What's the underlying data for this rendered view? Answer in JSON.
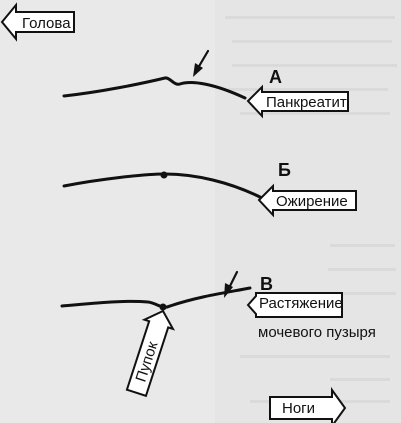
{
  "labels": {
    "head": "Голова",
    "legs": "Ноги",
    "a_letter": "А",
    "a_caption": "Панкреатит",
    "b_letter": "Б",
    "b_caption": "Ожирение",
    "v_letter": "В",
    "v_caption_line1": "Растяжение",
    "v_caption_line2": "мочевого пузыря",
    "navel": "Пупок"
  },
  "colors": {
    "ink": "#111111",
    "paper": "#e9e9e9",
    "arrow_fill": "#ffffff"
  }
}
